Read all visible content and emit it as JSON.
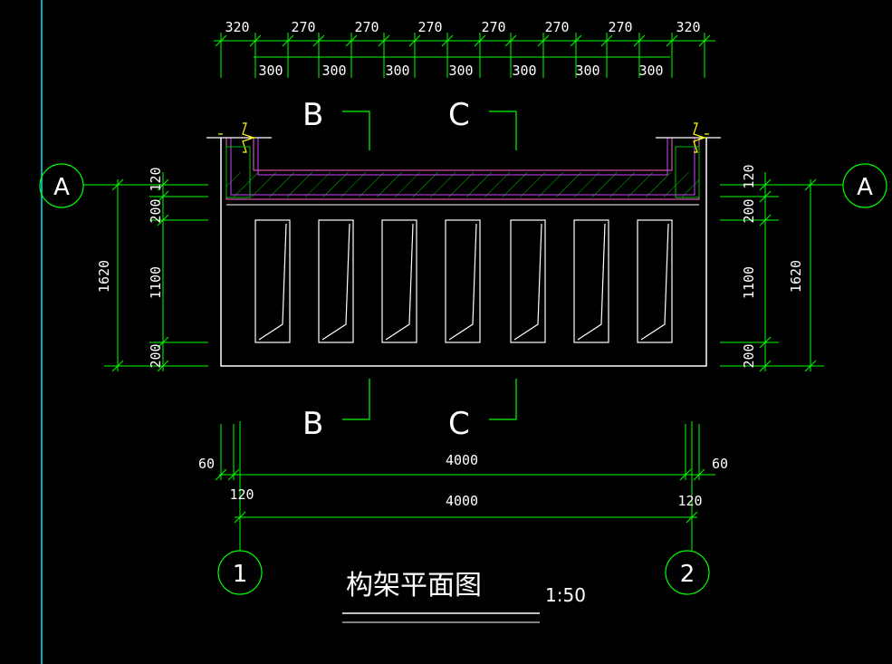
{
  "title": "构架平面图",
  "scale": "1:50",
  "top_dims": {
    "row1": [
      "320",
      "270",
      "270",
      "270",
      "270",
      "270",
      "270",
      "320"
    ],
    "row2": [
      "300",
      "300",
      "300",
      "300",
      "300",
      "300",
      "300"
    ]
  },
  "side_dims": {
    "segments": [
      "120",
      "200",
      "1100",
      "200"
    ],
    "total": "1620"
  },
  "bottom_dims": {
    "left_small": "60",
    "right_small": "60",
    "span1": "4000",
    "left_small2": "120",
    "right_small2": "120",
    "span2": "4000"
  },
  "section_marks": {
    "b": "B",
    "c": "C"
  },
  "axes": {
    "a": "A",
    "one": "1",
    "two": "2"
  }
}
